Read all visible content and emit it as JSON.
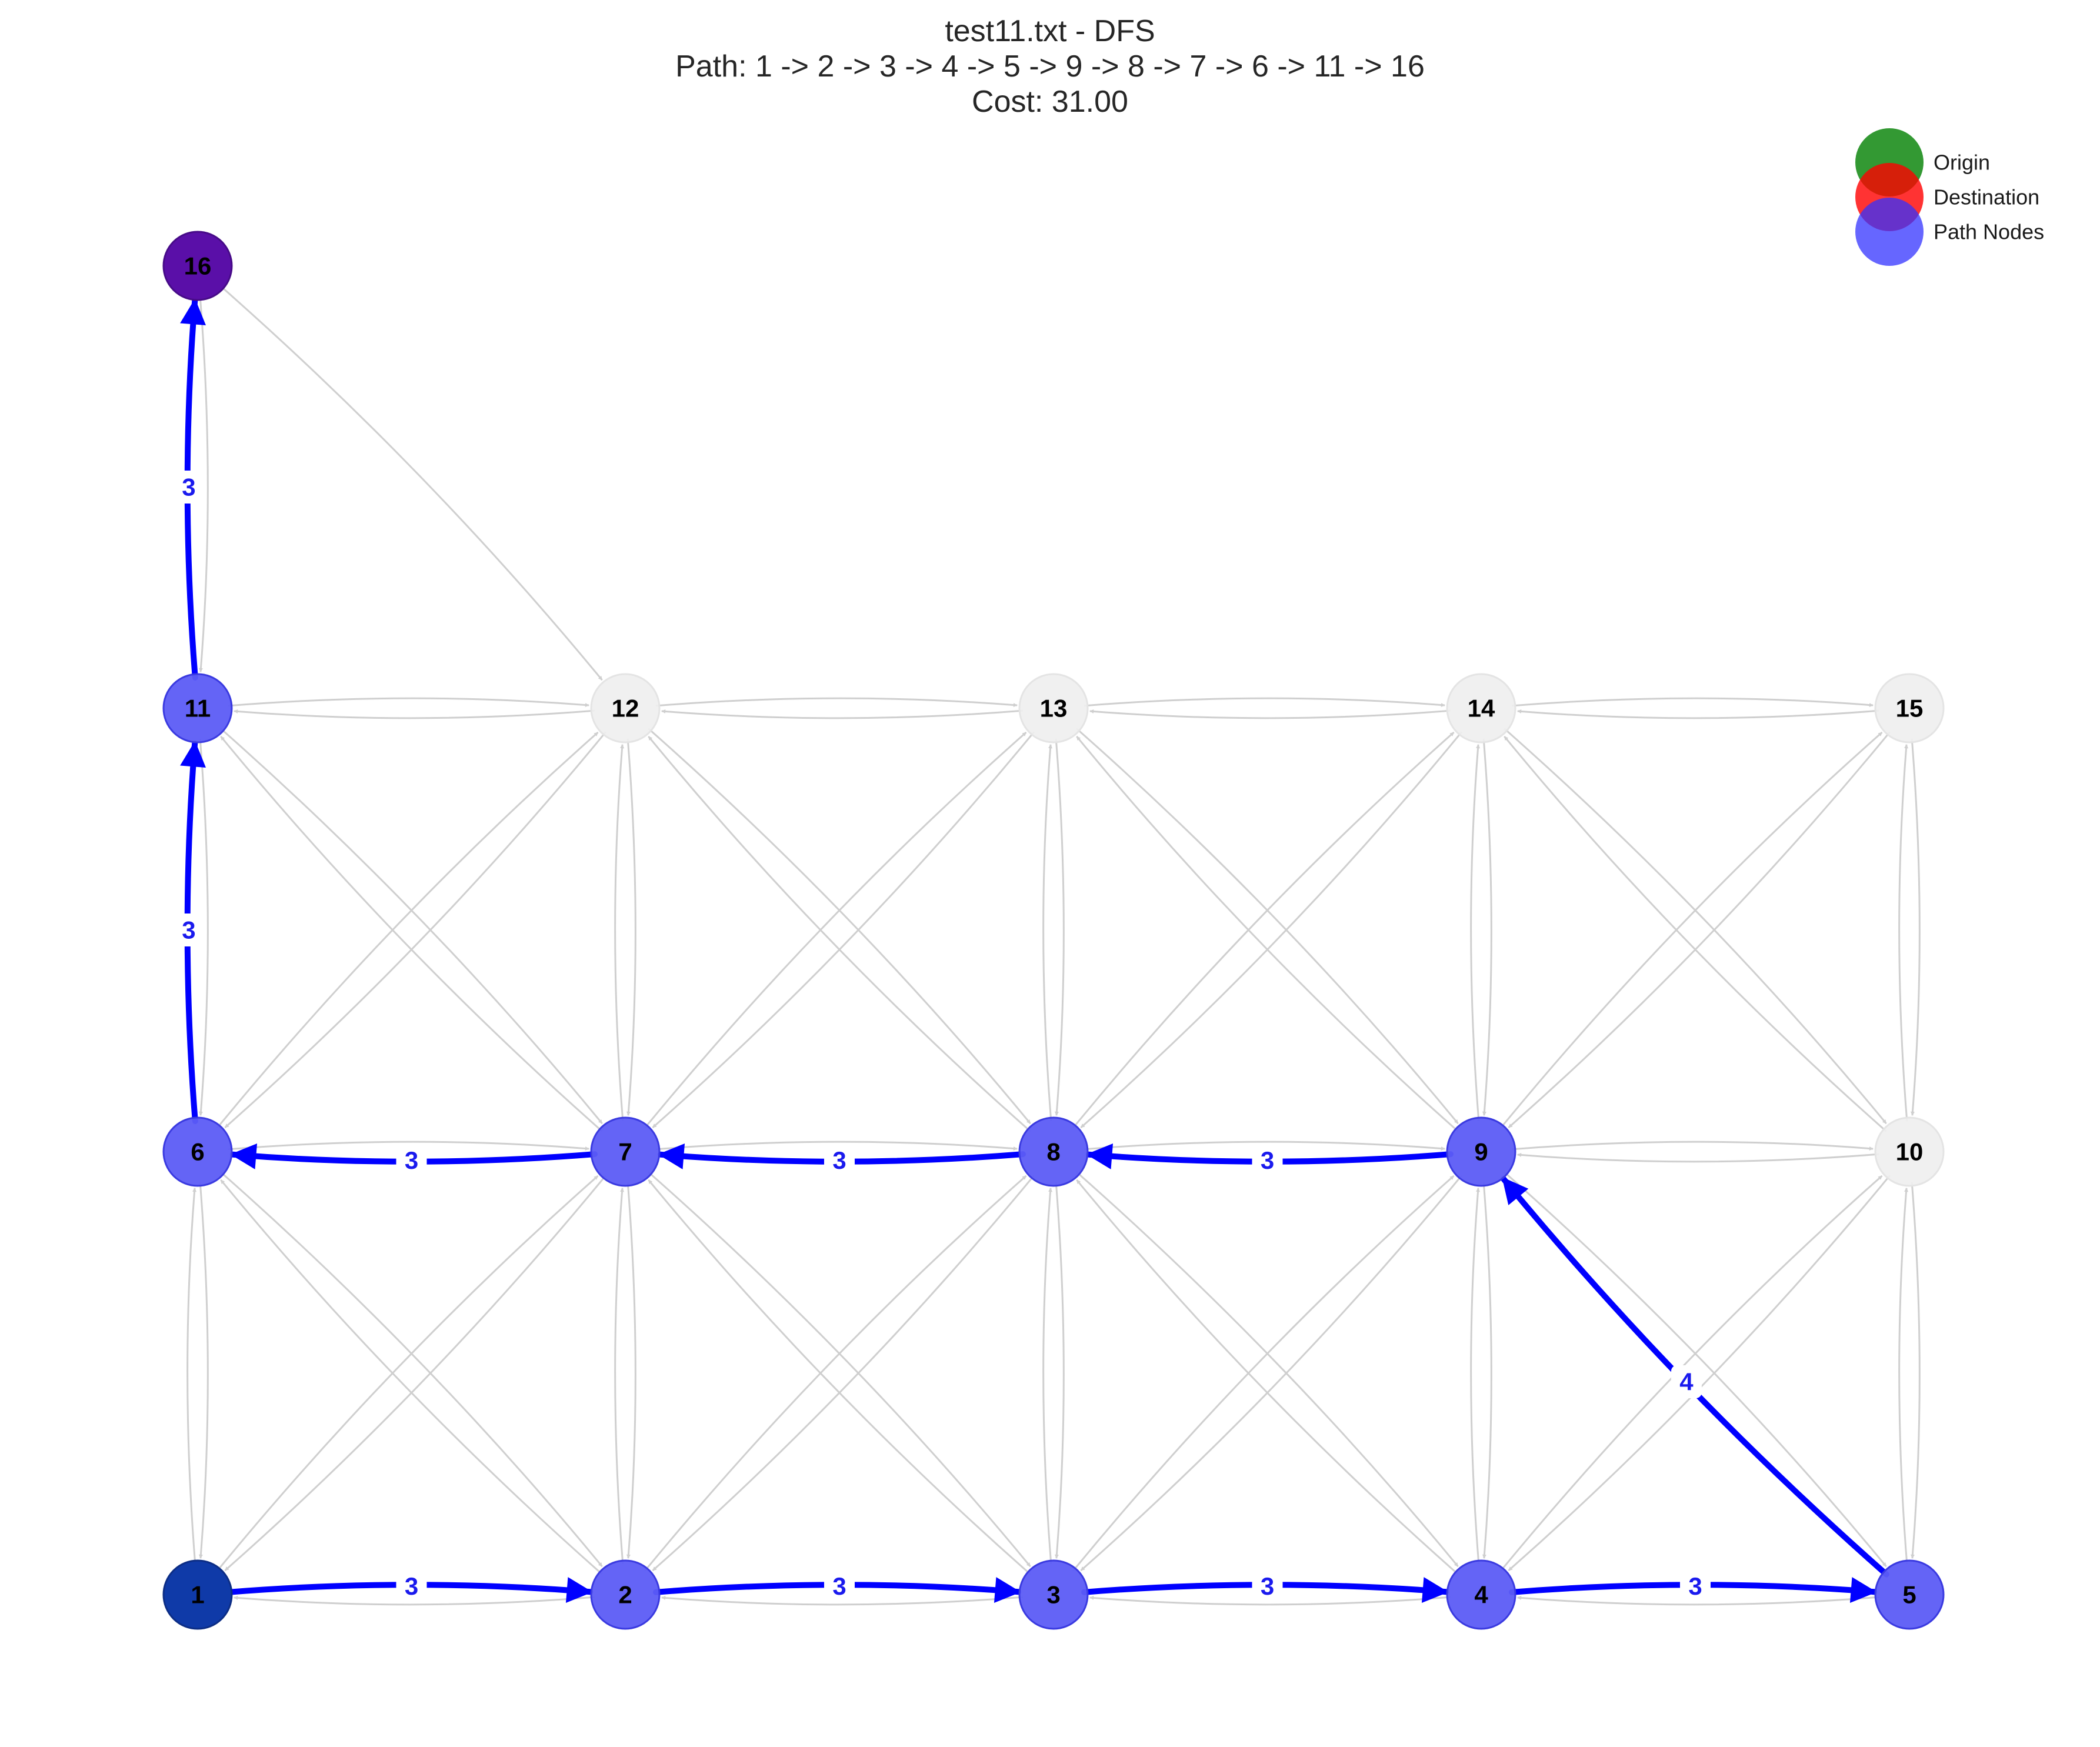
{
  "title": {
    "line1": "test11.txt - DFS",
    "line2": "Path: 1 -> 2 -> 3 -> 4 -> 5 -> 9 -> 8 -> 7 -> 6 -> 11 -> 16",
    "line3": "Cost: 31.00"
  },
  "legend": [
    {
      "label": "Origin",
      "color": "#008000"
    },
    {
      "label": "Destination",
      "color": "#ff0000"
    },
    {
      "label": "Path Nodes",
      "color": "#3333ff"
    }
  ],
  "colors": {
    "path_edge": "#0000ff",
    "path_node": "#5c5cf5",
    "origin_node": "#0f3aa8",
    "destination_node": "#5a0fa8",
    "inactive_node": "#eeeeee",
    "inactive_edge": "#cfcfcf"
  },
  "nodes": [
    {
      "id": "1",
      "role": "origin"
    },
    {
      "id": "2",
      "role": "path"
    },
    {
      "id": "3",
      "role": "path"
    },
    {
      "id": "4",
      "role": "path"
    },
    {
      "id": "5",
      "role": "path"
    },
    {
      "id": "6",
      "role": "path"
    },
    {
      "id": "7",
      "role": "path"
    },
    {
      "id": "8",
      "role": "path"
    },
    {
      "id": "9",
      "role": "path"
    },
    {
      "id": "10",
      "role": "other"
    },
    {
      "id": "11",
      "role": "path"
    },
    {
      "id": "12",
      "role": "other"
    },
    {
      "id": "13",
      "role": "other"
    },
    {
      "id": "14",
      "role": "other"
    },
    {
      "id": "15",
      "role": "other"
    },
    {
      "id": "16",
      "role": "destination"
    }
  ],
  "path": [
    "1",
    "2",
    "3",
    "4",
    "5",
    "9",
    "8",
    "7",
    "6",
    "11",
    "16"
  ],
  "path_edge_costs": [
    "3",
    "3",
    "3",
    "3",
    "4",
    "3",
    "3",
    "3",
    "3",
    "3"
  ],
  "background_edges": [
    [
      "1",
      "2"
    ],
    [
      "2",
      "1"
    ],
    [
      "2",
      "3"
    ],
    [
      "3",
      "2"
    ],
    [
      "3",
      "4"
    ],
    [
      "4",
      "3"
    ],
    [
      "4",
      "5"
    ],
    [
      "5",
      "4"
    ],
    [
      "6",
      "7"
    ],
    [
      "7",
      "6"
    ],
    [
      "7",
      "8"
    ],
    [
      "8",
      "7"
    ],
    [
      "8",
      "9"
    ],
    [
      "9",
      "8"
    ],
    [
      "9",
      "10"
    ],
    [
      "10",
      "9"
    ],
    [
      "11",
      "12"
    ],
    [
      "12",
      "11"
    ],
    [
      "12",
      "13"
    ],
    [
      "13",
      "12"
    ],
    [
      "13",
      "14"
    ],
    [
      "14",
      "13"
    ],
    [
      "14",
      "15"
    ],
    [
      "15",
      "14"
    ],
    [
      "1",
      "6"
    ],
    [
      "6",
      "1"
    ],
    [
      "2",
      "7"
    ],
    [
      "7",
      "2"
    ],
    [
      "3",
      "8"
    ],
    [
      "8",
      "3"
    ],
    [
      "4",
      "9"
    ],
    [
      "9",
      "4"
    ],
    [
      "5",
      "10"
    ],
    [
      "10",
      "5"
    ],
    [
      "6",
      "11"
    ],
    [
      "11",
      "6"
    ],
    [
      "7",
      "12"
    ],
    [
      "12",
      "7"
    ],
    [
      "8",
      "13"
    ],
    [
      "13",
      "8"
    ],
    [
      "9",
      "14"
    ],
    [
      "14",
      "9"
    ],
    [
      "10",
      "15"
    ],
    [
      "15",
      "10"
    ],
    [
      "11",
      "16"
    ],
    [
      "16",
      "11"
    ],
    [
      "16",
      "12"
    ],
    [
      "1",
      "7"
    ],
    [
      "7",
      "1"
    ],
    [
      "2",
      "6"
    ],
    [
      "6",
      "2"
    ],
    [
      "2",
      "8"
    ],
    [
      "8",
      "2"
    ],
    [
      "3",
      "7"
    ],
    [
      "7",
      "3"
    ],
    [
      "3",
      "9"
    ],
    [
      "9",
      "3"
    ],
    [
      "4",
      "8"
    ],
    [
      "8",
      "4"
    ],
    [
      "4",
      "10"
    ],
    [
      "10",
      "4"
    ],
    [
      "5",
      "9"
    ],
    [
      "9",
      "5"
    ],
    [
      "6",
      "12"
    ],
    [
      "12",
      "6"
    ],
    [
      "7",
      "11"
    ],
    [
      "11",
      "7"
    ],
    [
      "7",
      "13"
    ],
    [
      "13",
      "7"
    ],
    [
      "8",
      "12"
    ],
    [
      "12",
      "8"
    ],
    [
      "8",
      "14"
    ],
    [
      "14",
      "8"
    ],
    [
      "9",
      "13"
    ],
    [
      "13",
      "9"
    ],
    [
      "9",
      "15"
    ],
    [
      "15",
      "9"
    ],
    [
      "10",
      "14"
    ],
    [
      "14",
      "10"
    ]
  ]
}
